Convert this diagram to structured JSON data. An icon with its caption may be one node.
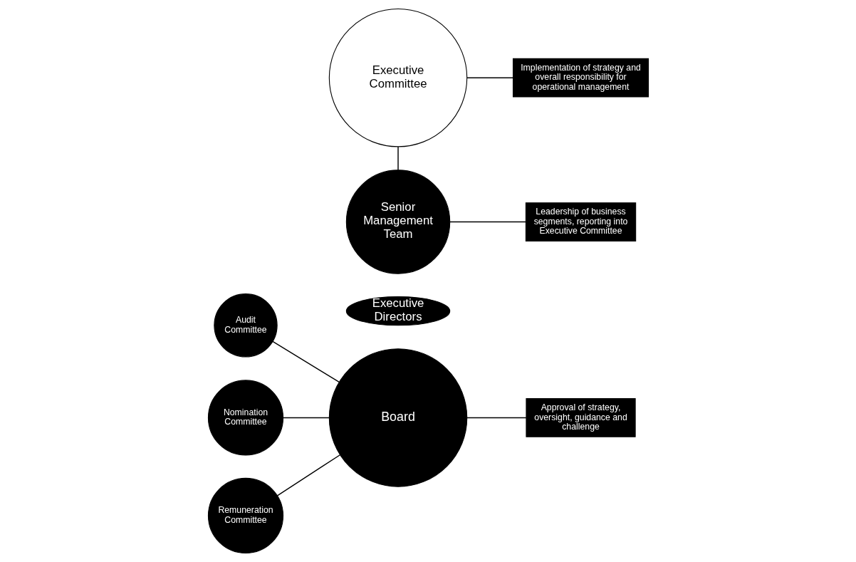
{
  "diagram": {
    "nodes": [
      {
        "text": [
          "Audit Committee"
        ]
      },
      {
        "text": [
          "Nomination Committee"
        ]
      },
      {
        "text": [
          "Remuneration Committee"
        ]
      },
      {
        "text": [
          "Board"
        ]
      },
      {
        "text": [
          "Executive Directors"
        ]
      },
      {
        "text": [
          "Executive Committee"
        ]
      },
      {
        "text": [
          "Senior Management Team"
        ]
      },
      {
        "text": [
          "Approval of strategy, oversight, guidance and challenge"
        ]
      },
      {
        "text": [
          "Implementation of strategy and overall responsibility for operational management"
        ]
      },
      {
        "text": [
          "Leadership of business segments, reporting into Executive Committee"
        ]
      }
    ],
    "edges": [
      {
        "from": 0,
        "to": 3,
        "arrow": "none"
      },
      {
        "from": 1,
        "to": 3,
        "arrow": "none"
      },
      {
        "from": 2,
        "to": 3,
        "arrow": "none"
      },
      {
        "from": 3,
        "to": 7,
        "arrow": "none"
      },
      {
        "from": 5,
        "to": 8,
        "arrow": "none"
      },
      {
        "from": 5,
        "to": 6,
        "arrow": "none"
      },
      {
        "from": 6,
        "to": 9,
        "arrow": "none"
      }
    ]
  }
}
